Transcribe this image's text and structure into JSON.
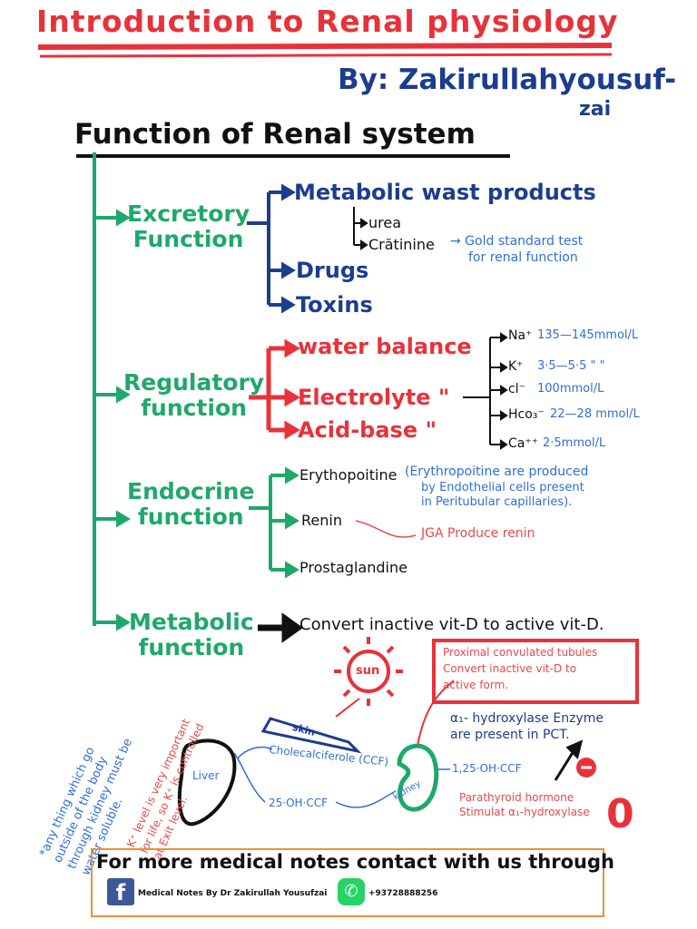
{
  "title": "Introduction to Renal physiology",
  "author": {
    "line1": "By: Zakirullahyousuf-",
    "line2": "zai"
  },
  "section_heading": "Function of Renal system",
  "excretory": {
    "label_line1": "Excretory",
    "label_line2": "Function",
    "metabolic_waste": "Metabolic wast products",
    "urea": "urea",
    "creatinine": "Crătinine",
    "gold_note_line1": "→ Gold standard test",
    "gold_note_line2": "for renal function",
    "drugs": "Drugs",
    "toxins": "Toxins"
  },
  "regulatory": {
    "label_line1": "Regulatory",
    "label_line2": "function",
    "water": "water balance",
    "electrolyte": "Electrolyte \"",
    "acid_base": "Acid-base \"",
    "ions": [
      {
        "ion": "Na⁺",
        "range": "135—145mmol/L"
      },
      {
        "ion": "K⁺",
        "range": "3·5—5·5 \" \""
      },
      {
        "ion": "cl⁻",
        "range": "100mmol/L"
      },
      {
        "ion": "Hco₃⁻",
        "range": "22—28 mmol/L"
      },
      {
        "ion": "Ca⁺⁺",
        "range": "2·5mmol/L"
      }
    ]
  },
  "endocrine": {
    "label_line1": "Endocrine",
    "label_line2": "function",
    "erythro": "Erythopoitine",
    "erythro_note_line1": "(Erythropoitine are produced",
    "erythro_note_line2": "by Endothelial cells present",
    "erythro_note_line3": "in Peritubular capillaries).",
    "renin": "Renin",
    "jga": "JGA Produce renin",
    "prostaglandine": "Prostaglandine"
  },
  "metabolic": {
    "label_line1": "Metabolic",
    "label_line2": "function",
    "convert": "Convert inactive vit-D to active vit-D."
  },
  "vitd": {
    "sun": "sun",
    "skin": "skin",
    "cholecalciferole": "Cholecalciferole (CCF)",
    "liver": "Liver",
    "oh25": "25·OH·CCF",
    "kidney": "kidney",
    "oh125": "1,25·OH·CCF",
    "pct_line1": "Proximal convulated tubules",
    "pct_line2": "Convert inactive vit-D to",
    "pct_line3": "active form.",
    "enzyme_line1": "α₁- hydroxylase Enzyme",
    "enzyme_line2": "are present in PCT.",
    "pth_line1": "Parathyroid hormone",
    "pth_line2": "Stimulat α₁-hydroxylase",
    "stamp": "0"
  },
  "side_notes": {
    "blue_line1": "*any thing which go",
    "blue_line2": "outside of the body",
    "blue_line3": "through kidney must be",
    "blue_line4": "water soluble.",
    "red_line1": "K⁺ level is very important",
    "red_line2": "for life, so K⁺ is controlled",
    "red_line3": "at Exit level."
  },
  "footer": {
    "headline": "For more medical notes contact with us through",
    "facebook_label": "Medical Notes By  Dr Zakirullah Yousufzai",
    "whatsapp_number": "+93728888256",
    "fb_glyph": "f",
    "wa_glyph": "✆"
  },
  "colors": {
    "title_red": "#e8323a",
    "navy": "#1c3d8f",
    "green": "#1fa86b",
    "light_blue": "#2f6fd6",
    "footer_border": "#e8923a"
  }
}
